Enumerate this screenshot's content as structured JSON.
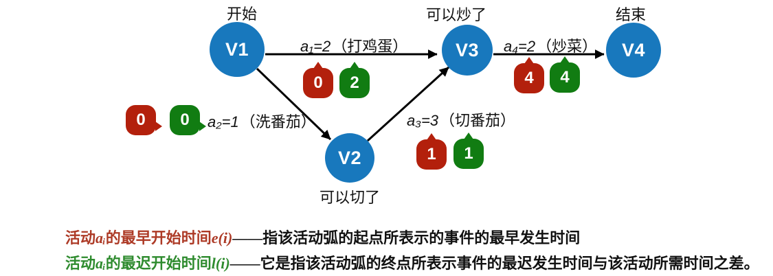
{
  "colors": {
    "node_blue": "#1878bd",
    "bubble_red": "#b3200c",
    "bubble_green": "#117c12",
    "text_red": "#ad3a26",
    "text_green": "#2e8b2e"
  },
  "diagram": {
    "nodes": [
      {
        "id": "V1",
        "label": "V1",
        "caption": "开始"
      },
      {
        "id": "V2",
        "label": "V2",
        "caption": "可以切了"
      },
      {
        "id": "V3",
        "label": "V3",
        "caption": "可以炒了"
      },
      {
        "id": "V4",
        "label": "V4",
        "caption": "结束"
      }
    ],
    "edges": [
      {
        "id": "a1",
        "from": "V1",
        "to": "V3",
        "expr": "a₁=2",
        "name": "（打鸡蛋）",
        "earliest": "0",
        "latest": "2"
      },
      {
        "id": "a2",
        "from": "V1",
        "to": "V2",
        "expr": "a₂=1",
        "name": "（洗番茄）",
        "earliest": "0",
        "latest": "0"
      },
      {
        "id": "a3",
        "from": "V2",
        "to": "V3",
        "expr": "a₃=3",
        "name": "（切番茄）",
        "earliest": "1",
        "latest": "1"
      },
      {
        "id": "a4",
        "from": "V3",
        "to": "V4",
        "expr": "a₄=2",
        "name": "（炒菜）",
        "earliest": "4",
        "latest": "4"
      }
    ]
  },
  "legend": {
    "line1": {
      "prefix": "活动",
      "var": "aᵢ",
      "mid": "的最早开始时间",
      "func": "e(i)",
      "rest": "——指该活动弧的起点所表示的事件的最早发生时间"
    },
    "line2": {
      "prefix": "活动",
      "var": "aᵢ",
      "mid": "的最迟开始时间",
      "func": "l(i)",
      "rest": "——它是指该活动弧的终点所表示事件的最迟发生时间与该活动所需时间之差。"
    }
  }
}
